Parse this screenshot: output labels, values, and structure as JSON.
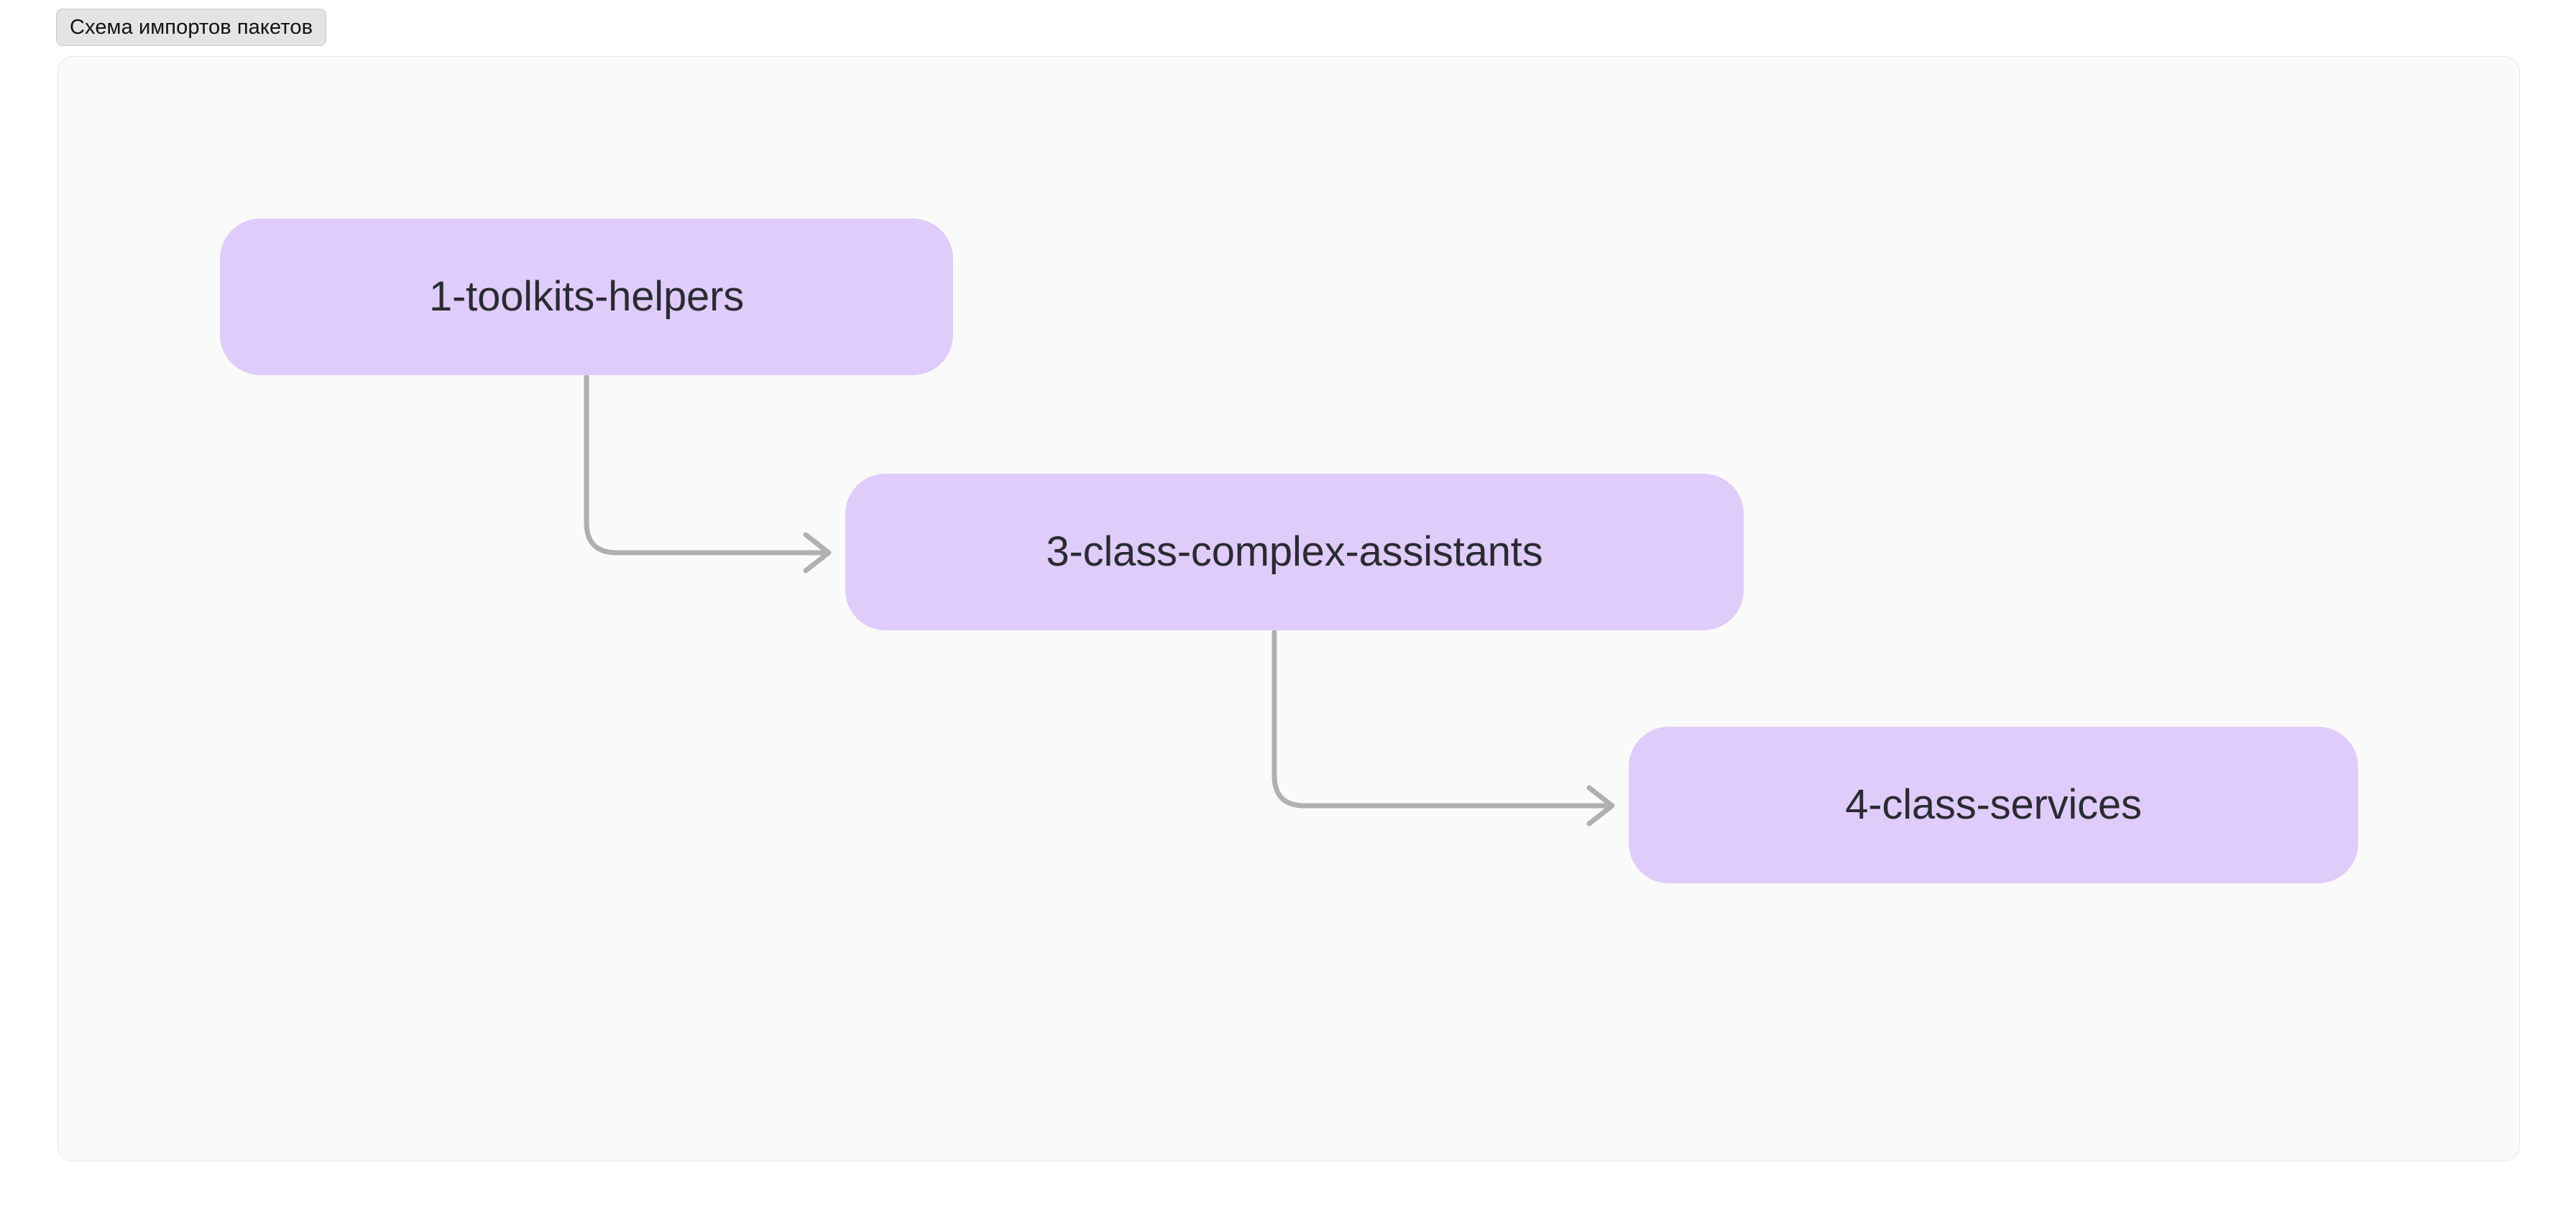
{
  "tab": {
    "label": "Схема импортов пакетов",
    "icon": "tab-icon"
  },
  "panel": {
    "background": "#fafafa",
    "border_color": "#e6e6e6"
  },
  "theme": {
    "node_fill": "#e0ccfb",
    "node_text": "#2b2b33",
    "edge_color": "#b0b0b0",
    "tab_fill": "#e4e4e4",
    "page_background": "#ffffff"
  },
  "chart_data": {
    "type": "diagram",
    "title": "Схема импортов пакетов",
    "orientation": "left-to-right-staircase",
    "nodes": [
      {
        "id": "n1",
        "label": "1-toolkits-helpers"
      },
      {
        "id": "n3",
        "label": "3-class-complex-assistants"
      },
      {
        "id": "n4",
        "label": "4-class-services"
      }
    ],
    "edges": [
      {
        "from": "n1",
        "to": "n3",
        "style": "elbow-arrow",
        "label": ""
      },
      {
        "from": "n3",
        "to": "n4",
        "style": "elbow-arrow",
        "label": ""
      }
    ]
  },
  "nodes": {
    "n1": {
      "label": "1-toolkits-helpers"
    },
    "n3": {
      "label": "3-class-complex-assistants"
    },
    "n4": {
      "label": "4-class-services"
    }
  }
}
